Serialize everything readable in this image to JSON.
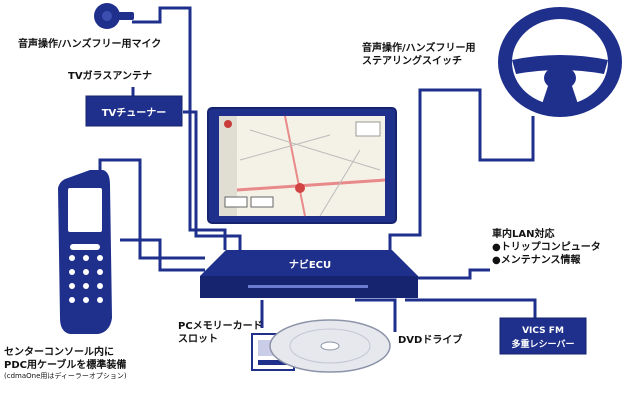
{
  "diagram": {
    "labels": {
      "mic": "音声操作/ハンズフリー用マイク",
      "tv_antenna": "TVガラスアンテナ",
      "steering_line1": "音声操作/ハンズフリー用",
      "steering_line2": "ステアリングスイッチ",
      "lan_line1": "車内LAN対応",
      "lan_line2": "●トリップコンピュータ",
      "lan_line3": "●メンテナンス情報",
      "pdc_line1": "センターコンソール内に",
      "pdc_line2": "PDC用ケーブルを標準装備",
      "pdc_note": "(cdmaOne用はディーラーオプション)",
      "pc_card_line1": "PCメモリーカード",
      "pc_card_line2": "スロット",
      "dvd": "DVDドライブ"
    },
    "boxes": {
      "tv_tuner": "TVチューナー",
      "navi_ecu": "ナビECU",
      "vics_line1": "VICS FM",
      "vics_line2": "多重レシーバー"
    },
    "colors": {
      "navy": "#1f2f8c",
      "navy_dark": "#16236e",
      "white": "#ffffff"
    }
  }
}
